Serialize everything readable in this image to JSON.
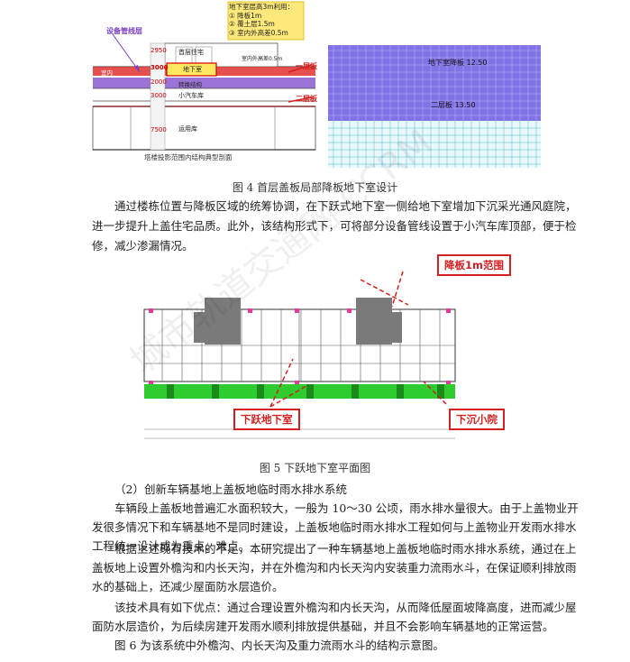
{
  "figure4": {
    "section": {
      "callout_title": "地下室层高3m利用：",
      "callout_items": [
        "① 降板1m",
        "② 覆土层1.5m",
        "③ 室内外高差0.5m"
      ],
      "equipment_label": "设备管线层",
      "dims": [
        "2950",
        "3000",
        "2000",
        "3000",
        "7500"
      ],
      "room_labels": [
        "首层住宅",
        "地下室",
        "转换结构",
        "小汽车库",
        "运用库"
      ],
      "small_label": "室内",
      "level_note": "室内外高差0.5m",
      "layer_labels": [
        "一层板",
        "二层板"
      ],
      "drawing_title": "塔楼投影范围内结构典型剖面"
    },
    "plan": {
      "label_top": "地下室降板",
      "label_top_value": "12.50",
      "label_mid": "二层板",
      "label_mid_value": "13.50"
    },
    "caption": "图 4 首层盖板局部降板地下室设计"
  },
  "para1": {
    "lines": [
      "通过楼栋位置与降板区域的统筹协调，在下跃式地下室一侧给地下室增加下沉采光通风庭院，",
      "进一步提升上盖住宅品质。此外，该结构形式下，可将部分设备管线设置于小汽车库顶部，便于检",
      "修，减少渗漏情况。"
    ]
  },
  "figure5": {
    "label_drop": "降板1m范围",
    "label_basement": "下跃地下室",
    "label_courtyard": "下沉小院",
    "caption": "图 5 下跃地下室平面图"
  },
  "section2": {
    "heading": "（2）创新车辆基地上盖板地临时雨水排水系统",
    "p1": [
      "车辆段上盖板地普遍汇水面积较大，一般为 10～30 公顷，雨水排水量很大。由于上盖物业开",
      "发很多情况下和车辆基地不是同时建设，上盖板地临时雨水排水工程如何与上盖物业开发雨水排水",
      "工程统一设计成为重点、难点。"
    ],
    "p2": [
      "根据上述现有技术的不足，本研究提出了一种车辆基地上盖板地临时雨水排水系统，通过在上",
      "盖板地上设置外檐沟和内长天沟，并在外檐沟和内长天沟内安装重力流雨水斗，在保证顺利排放雨",
      "水的基础上，还减少屋面防水层造价。"
    ],
    "p3": [
      "该技术具有如下优点：通过合理设置外檐沟和内长天沟，从而降低屋面坡降高度，进而减少屋",
      "面防水层造价，为后续房建开发雨水顺利排放提供基础，并且不会影响车辆基地的正常运营。"
    ],
    "p4": [
      "图 6 为该系统中外檐沟、内长天沟及重力流雨水斗的结构示意图。"
    ]
  },
  "watermark": "城市轨道交通网 CCRM",
  "colors": {
    "accent_red": "#d32020",
    "callout_yellow": "#fde97a",
    "purple": "#7a3fc0",
    "cyan": "#4fb6d8",
    "green": "#2ecc2e"
  }
}
